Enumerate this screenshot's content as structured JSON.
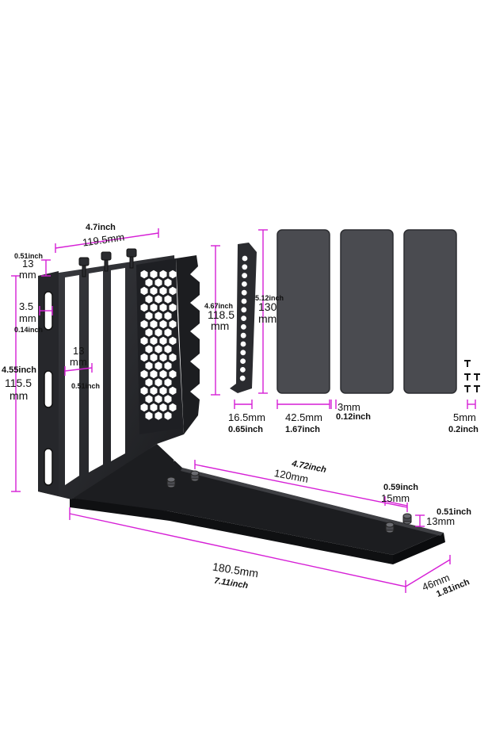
{
  "colors": {
    "dimension_line": "#d61fd6",
    "metal_dark": "#1c1d20",
    "metal_mid": "#3a3b40",
    "pad_fill": "#4a4b50",
    "pad_edge": "#2b2c30"
  },
  "icons": [
    "star-icon",
    "thumbscrew-icon",
    "screw-icon"
  ],
  "dimensions": {
    "bracket_width": {
      "inch": "4.7inch",
      "mm": "119.5mm"
    },
    "top_offset": {
      "inch": "0.51inch",
      "mm_value": "13",
      "mm_unit": "mm"
    },
    "slot_gap": {
      "mm_value": "3.5",
      "mm_unit": "mm",
      "inch": "0.14inch"
    },
    "bracket_height": {
      "inch": "4.55inch",
      "mm_value": "115.5",
      "mm_unit": "mm"
    },
    "slot_offset": {
      "mm_value": "13",
      "mm_unit": "mm",
      "inch": "0.51inch"
    },
    "pci_cover_height": {
      "inch": "4.67inch",
      "mm_value": "118.5",
      "mm_unit": "mm"
    },
    "pad_height": {
      "inch": "5.12inch",
      "mm_value": "130",
      "mm_unit": "mm"
    },
    "pci_cover_width": {
      "mm": "16.5mm",
      "inch": "0.65inch"
    },
    "pad_width": {
      "mm": "42.5mm",
      "inch": "1.67inch"
    },
    "pad_thickness": {
      "mm": "3mm",
      "inch": "0.12inch"
    },
    "screw_length": {
      "mm": "5mm",
      "inch": "0.2inch"
    },
    "base_slot": {
      "inch": "4.72inch",
      "mm": "120mm"
    },
    "hole_offset": {
      "inch": "0.59inch",
      "mm": "15mm"
    },
    "base_height": {
      "inch": "0.51inch",
      "mm": "13mm"
    },
    "total_length": {
      "mm": "180.5mm",
      "inch": "7.11inch"
    },
    "base_depth": {
      "mm": "46mm",
      "inch": "1.81inch"
    }
  }
}
